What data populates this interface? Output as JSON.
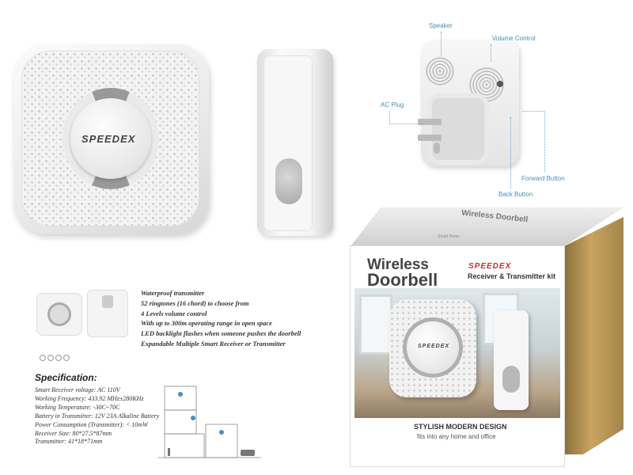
{
  "product": {
    "brand": "SPEEDEX"
  },
  "callouts": {
    "speaker": "Speaker",
    "volume_control": "Volume Control",
    "ac_plug": "AC Plug",
    "forward_button": "Forward Button",
    "back_button": "Back Button"
  },
  "package": {
    "title_line1": "Wireless",
    "title_line2": "Doorbell",
    "brand": "SPEEDEX",
    "subtitle": "Receiver & Transmitter kit",
    "tagline": "STYLISH MODERN DESIGN",
    "subtagline": "fits into any home and office",
    "top_text": "Wireless Doorbell",
    "top_small": "Smart Home"
  },
  "features": [
    "Waterproof transmitter",
    "52 ringtones (16 chord) to choose from",
    "4 Levels volume control",
    "With up to 300m operating range in open space",
    "LED backlight flashes when someone pushes the doorbell",
    "Expandable Multiple Smart Receiver or Transmitter"
  ],
  "specification": {
    "title": "Specification:",
    "items": [
      "Smart Receiver voltage: AC 110V",
      "Working Frequency: 433.92 MHz±280KHz",
      "Working Temperature: -30C~70C",
      "Battery in Transmitter: 12V 23A Alkaline Battery",
      "Power Consumption (Transmitter): < 10mW",
      "Receiver Size: 80*27.5*87mm",
      "Transmitter: 41*18*71mm"
    ]
  },
  "colors": {
    "callout": "#4a8fb8",
    "box_side": "#b8975a",
    "brand_red": "#d12a2a"
  }
}
